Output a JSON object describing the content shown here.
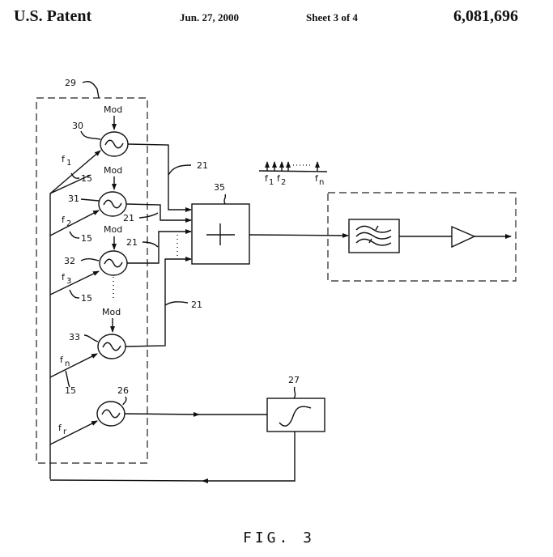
{
  "header": {
    "title": "U.S. Patent",
    "date": "Jun. 27, 2000",
    "sheet": "Sheet 3 of 4",
    "patent_number": "6,081,696"
  },
  "figure": {
    "caption": "FIG. 3",
    "oscillator_bank": {
      "ref": "29",
      "oscillators": [
        {
          "ref": "30",
          "freq_label": "f",
          "freq_sub": "1",
          "input": "Mod",
          "line_ref": "15"
        },
        {
          "ref": "31",
          "freq_label": "f",
          "freq_sub": "2",
          "input": "Mod",
          "line_ref": "15"
        },
        {
          "ref": "32",
          "freq_label": "f",
          "freq_sub": "3",
          "input": "Mod",
          "line_ref": "15"
        },
        {
          "ref": "33",
          "freq_label": "f",
          "freq_sub": "n",
          "input": "Mod",
          "line_ref": "15"
        }
      ],
      "reference_oscillator": {
        "ref": "26",
        "freq_label": "f",
        "freq_sub": "r"
      }
    },
    "connection_ref": "21",
    "summer": {
      "ref": "35",
      "symbol": "+"
    },
    "spectrum": {
      "labels": [
        {
          "l": "f",
          "s": "1"
        },
        {
          "l": "f",
          "s": "2"
        },
        {
          "l": "f",
          "s": "n"
        }
      ]
    },
    "control_block": {
      "ref": "27"
    },
    "output_stage": {
      "blocks": [
        "bandpass-filter",
        "amplifier"
      ]
    }
  }
}
